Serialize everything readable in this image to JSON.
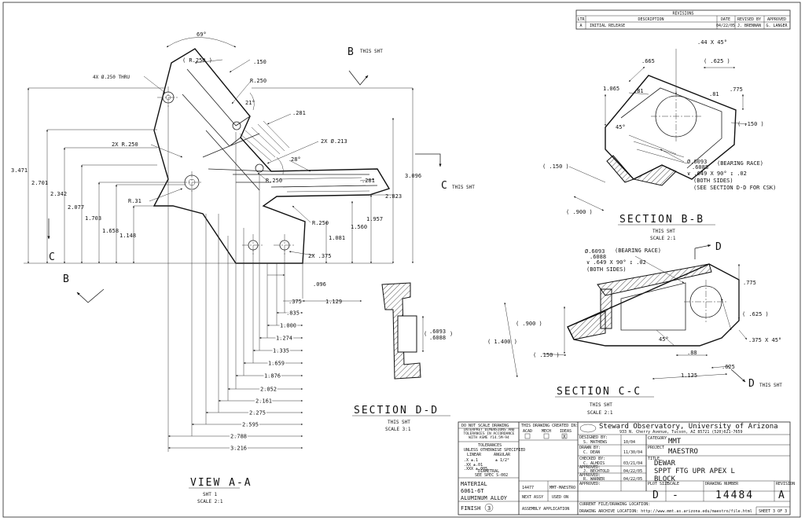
{
  "revisions": {
    "title": "REVISIONS",
    "headers": [
      "LTR",
      "DESCRIPTION",
      "DATE",
      "REVISED BY",
      "APPROVED"
    ],
    "rows": [
      [
        "A",
        "INITIAL RELEASE",
        "04/22/05",
        "J. BRENNAN",
        "G. LANGER"
      ]
    ]
  },
  "views": {
    "view_aa": {
      "title": "VIEW A-A",
      "sheet": "SHT 1",
      "scale": "SCALE 2:1"
    },
    "section_dd": {
      "title": "SECTION D-D",
      "sheet": "THIS SHT",
      "scale": "SCALE 3:1"
    },
    "section_bb": {
      "title": "SECTION B-B",
      "sheet": "THIS SHT",
      "scale": "SCALE 2:1"
    },
    "section_cc": {
      "title": "SECTION C-C",
      "sheet": "THIS SHT",
      "scale": "SCALE 2:1"
    }
  },
  "markers": {
    "b_top": "B",
    "b_top_note": "THIS SHT",
    "c_right": "C",
    "c_right_note": "THIS SHT",
    "c_left": "C",
    "b_left": "B",
    "d_top": "D",
    "d_bottom": "D",
    "d_bottom_note": "THIS SHT"
  },
  "dims_aa": {
    "angle_69": "69°",
    "r250_top": "( R.250 )",
    "d150": ".150",
    "r250_b": "R.250",
    "thru": "4X Ø.250 THRU",
    "angle_21": "21°",
    "d281a": ".281",
    "x2r250": "2X R.250",
    "x2d213": "2X Ø.213",
    "angle_28": "28°",
    "r250_c": "R.250",
    "d281b": ".281",
    "r31": "R.31",
    "r250_d": "R.250",
    "x2d375": "2X .375",
    "v3471": "3.471",
    "v2701": "2.701",
    "v2342": "2.342",
    "v2077": "2.077",
    "v1703": "1.703",
    "v1658": "1.658",
    "v1148": "1.148",
    "v3096": "3.096",
    "v2823": "2.823",
    "v1957": "1.957",
    "v1560": "1.560",
    "v1081": "1.081",
    "h096": ".096",
    "h375": ".375",
    "h1129": "1.129",
    "horiz": [
      ".835",
      "1.000",
      "1.274",
      "1.335",
      "1.659",
      "1.876",
      "2.052",
      "2.161",
      "2.275",
      "2.595",
      "2.788",
      "3.216"
    ]
  },
  "dims_dd": {
    "bore_top": ".6093",
    "bore_bot": ".6088"
  },
  "dims_bb": {
    "d44x45": ".44 X 45°",
    "d665": ".665",
    "d625": "( .625 )",
    "d1065": "1.065",
    "d81a": ".81",
    "d81b": ".81",
    "d775": ".775",
    "d45": "45°",
    "d150r": "( .150 )",
    "d150l": "( .150 )",
    "d900": "( .900 )",
    "bear1": "Ø.6093",
    "bear2": ".6088",
    "bear_note": "(BEARING RACE)",
    "csk": "∨ .649 X 90° ↧ .02",
    "both": "(BOTH SIDES)",
    "see": "(SEE SECTION D-D FOR CSK)"
  },
  "dims_cc": {
    "bear1": "Ø.6093",
    "bear2": ".6088",
    "bear_note": "(BEARING RACE)",
    "csk": "∨ .649 X 90° ↧ .02",
    "both": "(BOTH SIDES)",
    "d775": ".775",
    "d900": "( .900 )",
    "d625": "( .625 )",
    "d1400": "( 1.400 )",
    "d45": "45°",
    "d375x45": ".375 X 45°",
    "d150": "( .150 )",
    "d88": ".88",
    "d625b": ".625",
    "d1125": "1.125"
  },
  "title_block": {
    "do_not_scale": "DO NOT SCALE DRAWING",
    "interpret": "INTERPRET DIMENSIONS AND TOLERANCES IN ACCORDANCE WITH ASME Y14.5M-94",
    "tolerances": "TOLERANCES",
    "unless": "UNLESS OTHERWISE SPECIFIED",
    "linear": "LINEAR",
    "angular": "ANGULAR",
    "tol1": ".X  ±.1",
    "tol2": ".XX ±.01",
    "tol3": ".XXX ±.005",
    "ang": "± 1/2°",
    "diametral": "DIAMETRAL",
    "see_spec": "SEE SPEC S-002",
    "material_label": "MATERIAL",
    "material1": "6061-6T",
    "material2": "ALUMINUM ALLOY",
    "finish_label": "FINISH",
    "finish_num": "3",
    "created_in": "THIS DRAWING CREATED IN:",
    "acad": "ACAD",
    "mech": "MECH",
    "ideas": "IDEAS",
    "asm_num": "14477",
    "asm_label": "MMT-MAESTRO",
    "next_assy": "NEXT ASSY",
    "used_on": "USED ON",
    "application": "ASSEMBLY APPLICATION",
    "org": "Steward Observatory, University of Arizona",
    "address": "933 N. Cherry Avenue, Tucson, AZ 85721   (520)621-7659",
    "designed_label": "DESIGNED BY:",
    "designed_by": "S. MATHEWS",
    "designed_date": "10/04",
    "drawn_label": "DRAWN BY:",
    "drawn_by": "C. DEAN",
    "drawn_date": "11/30/04",
    "checked_label": "CHECKED BY:",
    "checked_by": "C. ALHDIS",
    "checked_date": "03/21/04",
    "approved1_label": "APPROVED:",
    "approved1_by": "J. BECHTOLD",
    "approved1_date": "04/22/05",
    "approved2_label": "APPROVED:",
    "approved2_by": "R. WARNER",
    "approved2_date": "04/22/05",
    "approved3_label": "APPROVED:",
    "category_label": "CATEGORY",
    "category": "MMT",
    "project_label": "PROJECT",
    "project": "MAESTRO",
    "title_label": "TITLE",
    "title1": "DEWAR",
    "title2": "SPPT FTG UPR APEX L",
    "title3": "BLOCK",
    "plot_size_label": "PLOT SIZE",
    "plot_size": "D",
    "scale_label": "SCALE",
    "scale": "-",
    "dwg_label": "DRAWING NUMBER",
    "dwg": "14484",
    "rev_label": "REVISION",
    "rev": "A",
    "current_loc": "CURRENT FILE/DRAWING LOCATION:",
    "archive": "DRAWING ARCHIVE LOCATION: http://www.mmt.as.arizona.edu/maestro/file.html",
    "sheet": "SHEET 3 OF 3"
  }
}
